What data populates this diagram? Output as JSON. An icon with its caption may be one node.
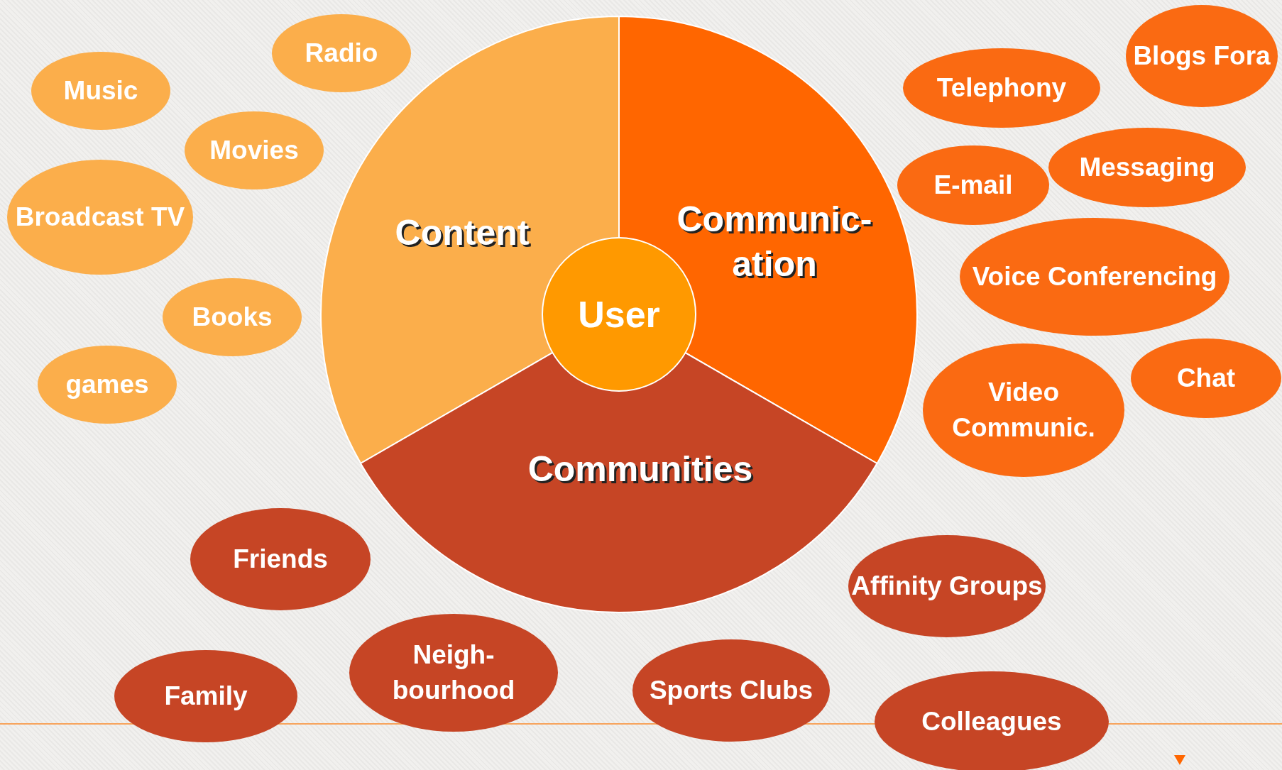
{
  "diagram": {
    "nodes": [
      {
        "text": [
          "Content"
        ]
      },
      {
        "text": [
          "Communic- ation"
        ]
      },
      {
        "text": [
          "Communities"
        ]
      },
      {
        "text": [
          "User"
        ]
      },
      {
        "text": [
          "Radio"
        ]
      },
      {
        "text": [
          "Music"
        ]
      },
      {
        "text": [
          "Movies"
        ]
      },
      {
        "text": [
          "Broadcast TV"
        ]
      },
      {
        "text": [
          "Books"
        ]
      },
      {
        "text": [
          "games"
        ]
      },
      {
        "text": [
          "Telephony"
        ]
      },
      {
        "text": [
          "Blogs Fora"
        ]
      },
      {
        "text": [
          "E-mail"
        ]
      },
      {
        "text": [
          "Messaging"
        ]
      },
      {
        "text": [
          "Voice Conferencing"
        ]
      },
      {
        "text": [
          "Chat"
        ]
      },
      {
        "text": [
          "Video Communic."
        ]
      },
      {
        "text": [
          "Friends"
        ]
      },
      {
        "text": [
          "Affinity Groups"
        ]
      },
      {
        "text": [
          "Family"
        ]
      },
      {
        "text": [
          "Neigh- bourhood"
        ]
      },
      {
        "text": [
          "Sports Clubs"
        ]
      },
      {
        "text": [
          "Colleagues"
        ]
      }
    ]
  }
}
